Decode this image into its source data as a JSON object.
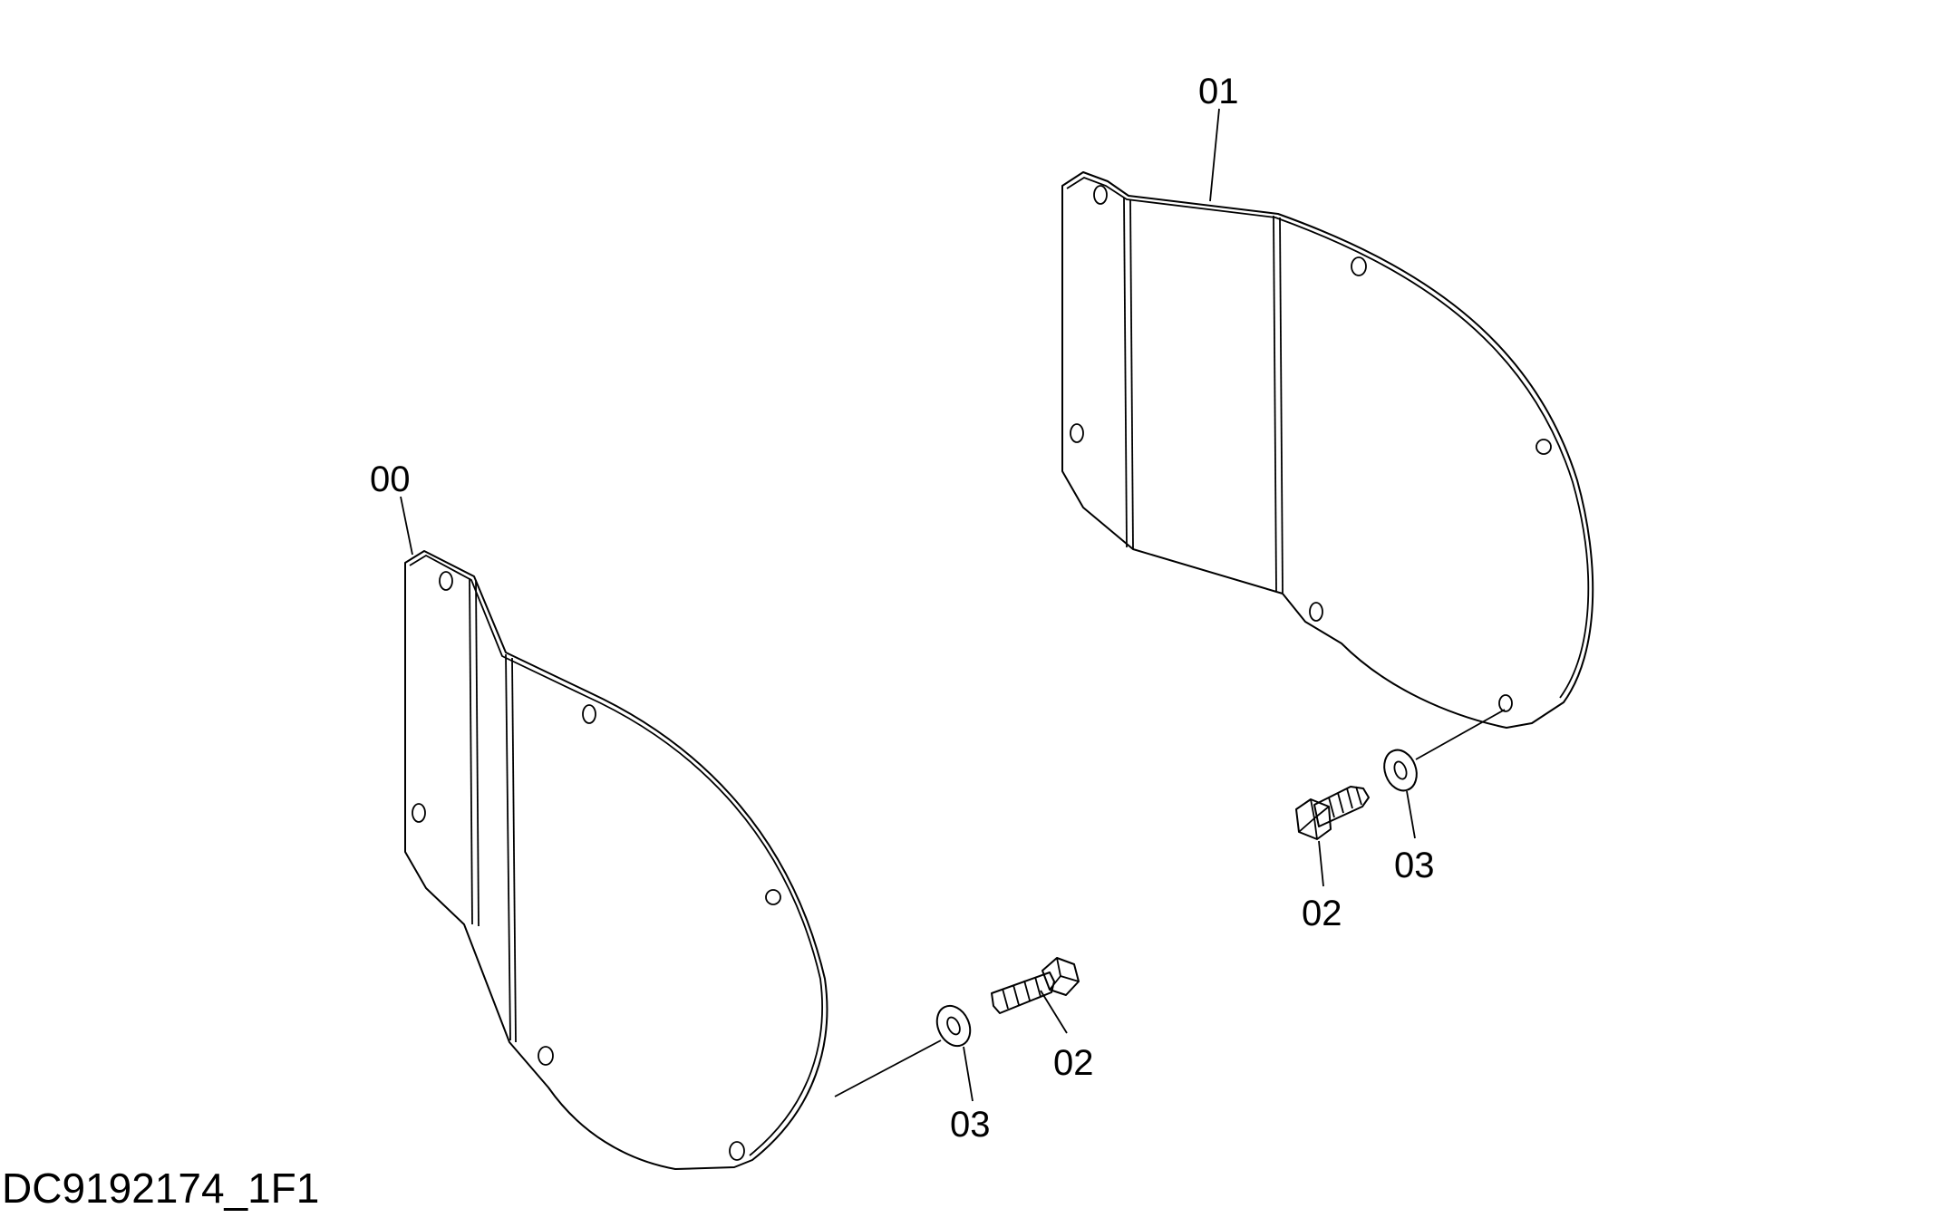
{
  "drawing_id": "DC9192174_1F1",
  "callouts": {
    "c00": "00",
    "c01": "01",
    "c02_left": "02",
    "c03_left": "03",
    "c02_right": "02",
    "c03_right": "03"
  }
}
